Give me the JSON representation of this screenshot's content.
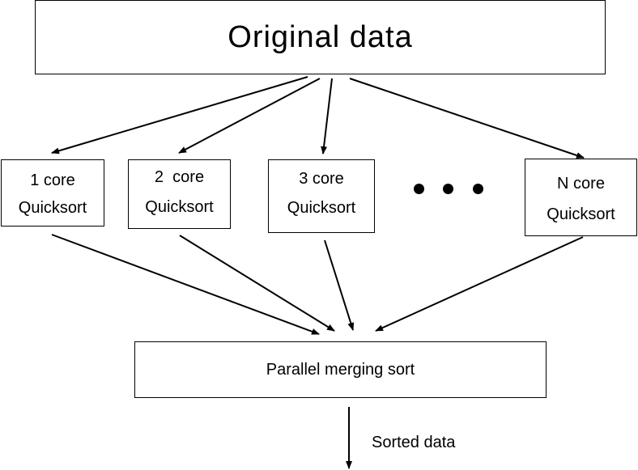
{
  "original": {
    "title": "Original data"
  },
  "cores": [
    {
      "line1": "1 core",
      "line2": "Quicksort"
    },
    {
      "line1": "2  core",
      "line2": "Quicksort"
    },
    {
      "line1": "3 core",
      "line2": "Quicksort"
    },
    {
      "line1": "N core",
      "line2": "Quicksort"
    }
  ],
  "merge": {
    "label": "Parallel merging sort"
  },
  "output": {
    "label": "Sorted data"
  }
}
